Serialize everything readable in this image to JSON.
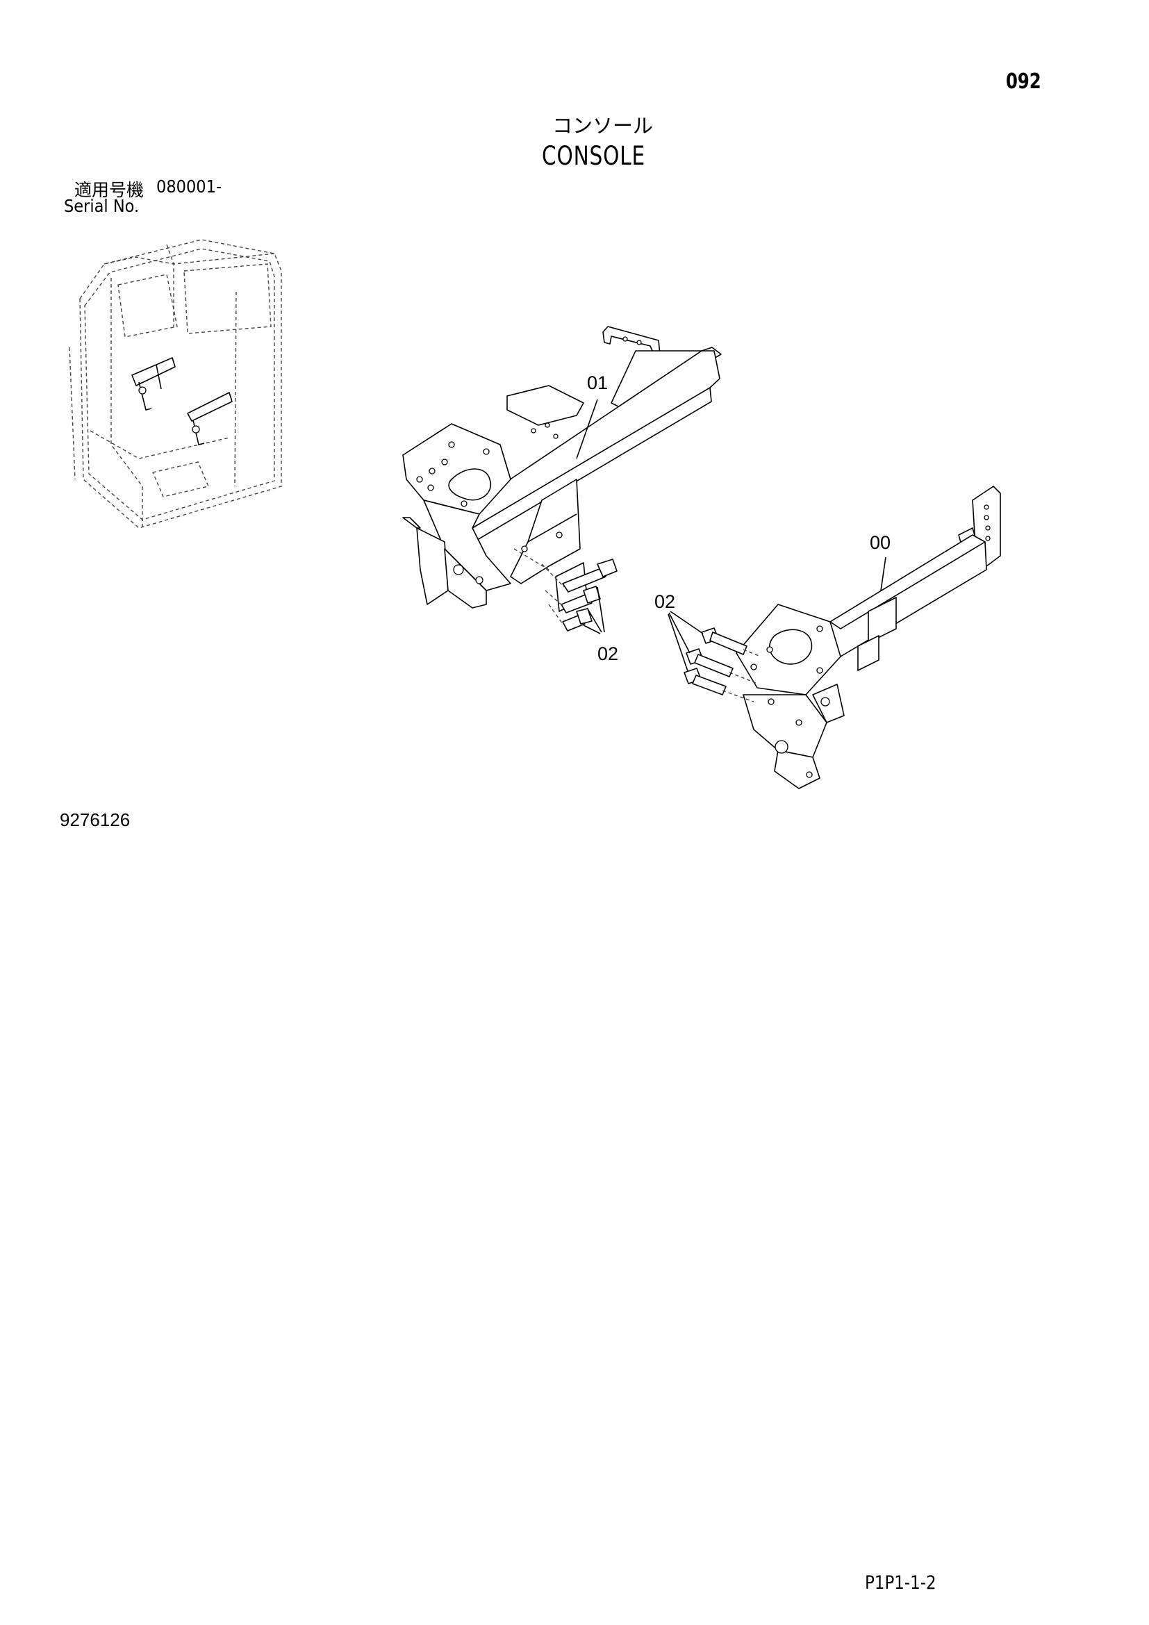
{
  "page_number": "092",
  "title": {
    "jp": "コンソール",
    "en": "CONSOLE"
  },
  "serial": {
    "jp_label": "適用号機",
    "from": "080001-",
    "en_label": "Serial No."
  },
  "figure_number": "9276126",
  "page_code": "P1P1-1-2",
  "callouts": {
    "part_01": "01",
    "part_00": "00",
    "part_02_a": "02",
    "part_02_b": "02"
  }
}
